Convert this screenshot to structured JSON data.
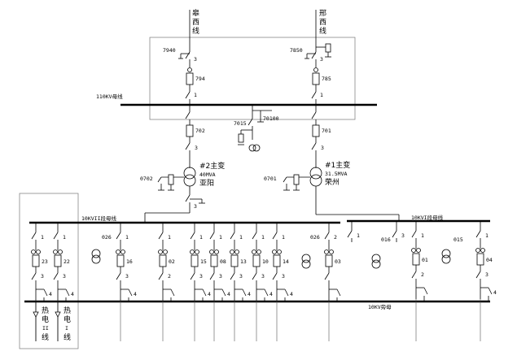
{
  "lines": {
    "left_name": [
      "皋",
      "西",
      "线"
    ],
    "right_name": [
      "邢",
      "西",
      "线"
    ],
    "left_ids": [
      "7940",
      "3",
      "794",
      "1"
    ],
    "right_ids": [
      "7850",
      "3",
      "785",
      "1"
    ]
  },
  "bus110": {
    "label": "110KV母线",
    "tie_ids": [
      "7015",
      "70100"
    ]
  },
  "tx2": {
    "ids": [
      "702",
      "3",
      "0702"
    ],
    "name": "#2主变",
    "cap": "40MVA",
    "place": "亚阳"
  },
  "tx1": {
    "ids": [
      "701",
      "3",
      "0701"
    ],
    "name": "#1主变",
    "cap": "31.5MVA",
    "place": "荣州"
  },
  "bus10": {
    "left_label": "10KVII段母线",
    "right_label": "10KVI段母线",
    "bypass_label": "10KV旁母"
  },
  "feeders_left": [
    {
      "top": "1",
      "no": "23",
      "mid": "3",
      "low": "4"
    },
    {
      "top": "1",
      "no": "22",
      "mid": "3",
      "low": "4"
    },
    {
      "top": "1",
      "no": "16",
      "mid": "3",
      "low": "4"
    },
    {
      "top": "1",
      "no": "02",
      "mid": "2",
      "low": ""
    },
    {
      "top": "1",
      "no": "15",
      "mid": "3",
      "low": "4"
    },
    {
      "top": "1",
      "no": "08",
      "mid": "3",
      "low": "4"
    },
    {
      "top": "1",
      "no": "13",
      "mid": "3",
      "low": "4"
    },
    {
      "top": "1",
      "no": "10",
      "mid": "3",
      "low": "4"
    },
    {
      "top": "1",
      "no": "14",
      "mid": "3",
      "low": "4"
    }
  ],
  "feeders_right": [
    {
      "top": "2",
      "no": "03",
      "mid": "",
      "low": ""
    },
    {
      "top": "1",
      "no": "",
      "mid": "",
      "low": ""
    },
    {
      "top": "3",
      "no": "",
      "mid": "",
      "low": ""
    },
    {
      "top": "1",
      "no": "01",
      "mid": "2",
      "low": ""
    },
    {
      "top": "1",
      "no": "04",
      "mid": "3",
      "low": "4"
    }
  ],
  "aux": {
    "a": "026",
    "b": "026",
    "c": "016",
    "d": "015"
  },
  "out_lines": {
    "a": [
      "热",
      "电",
      "II",
      "线"
    ],
    "b": [
      "热",
      "电",
      "I",
      "线"
    ]
  }
}
